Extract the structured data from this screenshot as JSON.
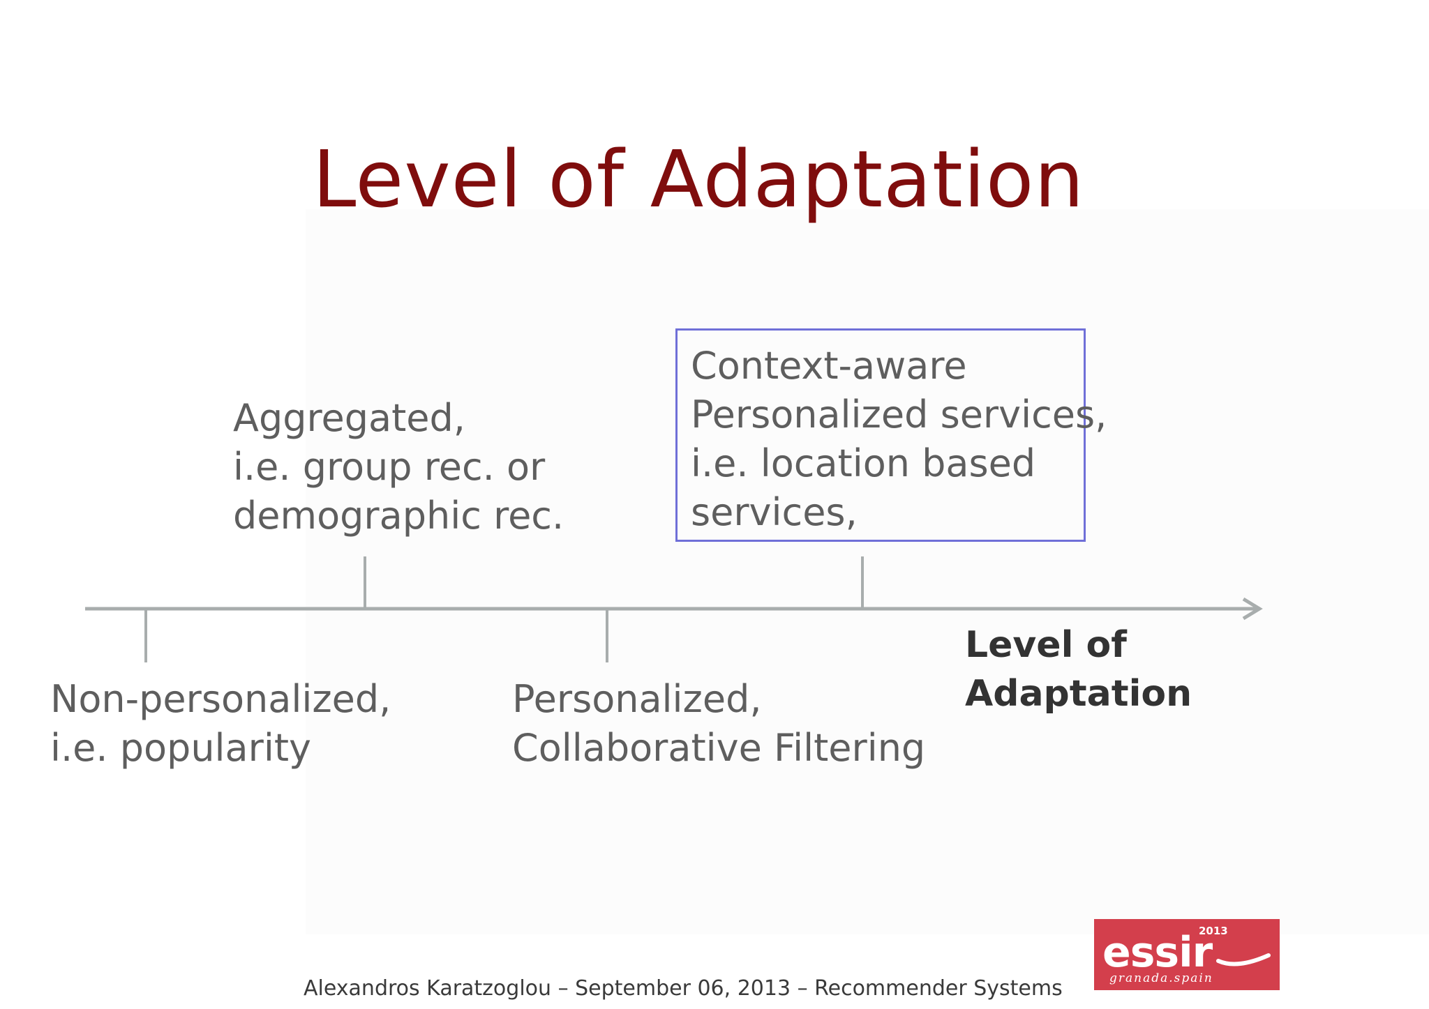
{
  "slide": {
    "title": "Level of Adaptation",
    "footer": "Alexandros Karatzoglou – September 06, 2013 – Recommender Systems"
  },
  "diagram": {
    "axis_label": [
      "Level of",
      "Adaptation"
    ],
    "levels": [
      {
        "position": "below",
        "lines": [
          "Non-personalized,",
          "i.e. popularity"
        ]
      },
      {
        "position": "above",
        "lines": [
          "Aggregated,",
          "i.e. group rec. or",
          "demographic rec."
        ]
      },
      {
        "position": "below",
        "lines": [
          "Personalized,",
          "Collaborative Filtering"
        ]
      },
      {
        "position": "above",
        "highlighted": true,
        "lines": [
          "Context-aware",
          "Personalized services,",
          "i.e. location based",
          "services,"
        ]
      }
    ]
  },
  "logo": {
    "text": "essir",
    "year": "2013",
    "tagline": "granada.spain",
    "color": "#d33f4c"
  },
  "colors": {
    "title": "#7f0d0d",
    "axis": "#a8adad",
    "highlight_border": "#6f6fd8",
    "label_text": "#5e5e5e"
  }
}
